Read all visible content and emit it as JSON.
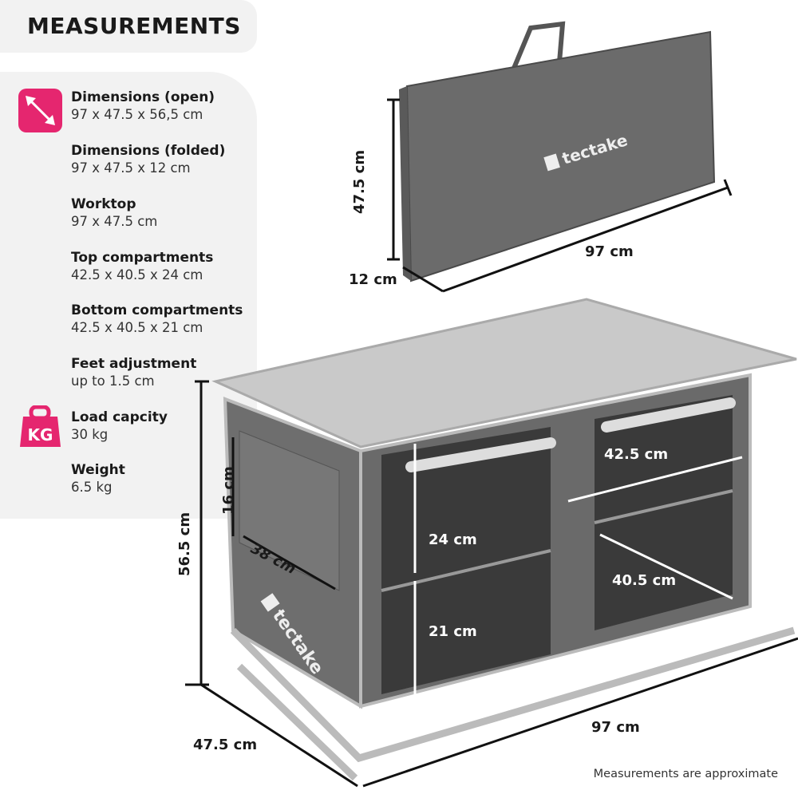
{
  "title": "MEASUREMENTS",
  "specs": [
    {
      "label": "Dimensions (open)",
      "value": "97 x 47.5 x 56,5 cm"
    },
    {
      "label": "Dimensions (folded)",
      "value": "97 x 47.5 x 12 cm"
    },
    {
      "label": "Worktop",
      "value": "97 x 47.5 cm"
    },
    {
      "label": "Top compartments",
      "value": "42.5 x 40.5 x 24 cm"
    },
    {
      "label": "Bottom compartments",
      "value": "42.5 x 40.5 x 21 cm"
    },
    {
      "label": "Feet adjustment",
      "value": "up to 1.5 cm"
    },
    {
      "label": "Load capcity",
      "value": "30 kg"
    },
    {
      "label": "Weight",
      "value": "6.5 kg"
    }
  ],
  "icons": {
    "dimensions": "diagonal-arrow-icon",
    "load": "weight-kg-icon",
    "kg_text": "KG",
    "accent": "#e5266f"
  },
  "bag": {
    "height": "47.5 cm",
    "depth": "12 cm",
    "width": "97 cm",
    "brand": "tectake"
  },
  "cabinet": {
    "height": "56.5 cm",
    "pocket_height": "16 cm",
    "pocket_width": "38 cm",
    "top_comp": "24 cm",
    "bottom_comp": "21 cm",
    "comp_width": "42.5 cm",
    "comp_depth": "40.5 cm",
    "width": "97 cm",
    "depth": "47.5 cm",
    "brand": "tectake"
  },
  "footnote": "Measurements are approximate"
}
